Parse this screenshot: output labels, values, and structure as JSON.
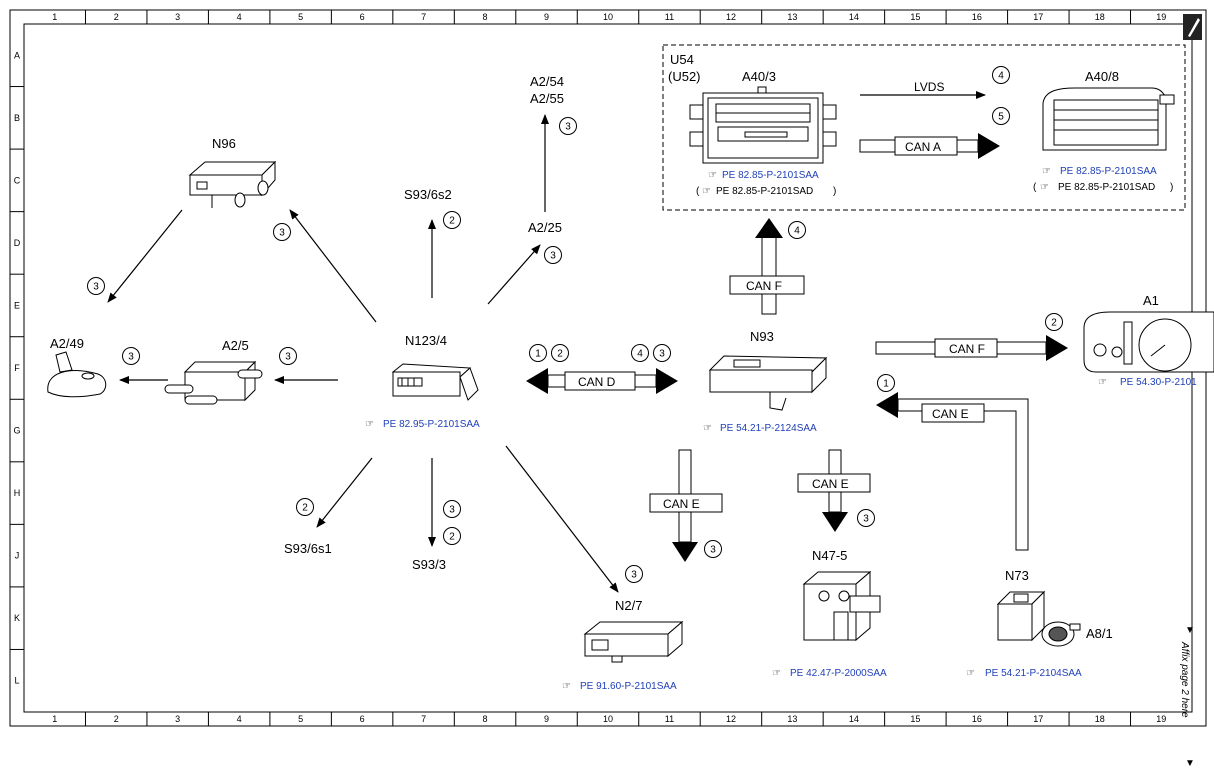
{
  "page": {
    "affix_note": "Affix page 2 here",
    "grid_columns": [
      "1",
      "2",
      "3",
      "4",
      "5",
      "6",
      "7",
      "8",
      "9",
      "10",
      "11",
      "12",
      "13",
      "14",
      "15",
      "16",
      "17",
      "18",
      "19"
    ],
    "grid_rows": [
      "A",
      "B",
      "C",
      "D",
      "E",
      "F",
      "G",
      "H",
      "J",
      "K",
      "L"
    ]
  },
  "group": {
    "title": "U54",
    "subtitle": "(U52)"
  },
  "components": {
    "n96": "N96",
    "a2_49": "A2/49",
    "a2_5": "A2/5",
    "n123_4": "N123/4",
    "s93_6s2": "S93/6s2",
    "s93_6s1": "S93/6s1",
    "s93_3": "S93/3",
    "a2_54": "A2/54",
    "a2_55": "A2/55",
    "a2_25": "A2/25",
    "a40_3": "A40/3",
    "a40_8": "A40/8",
    "n93": "N93",
    "a1": "A1",
    "n2_7": "N2/7",
    "n47_5": "N47-5",
    "n73": "N73",
    "a8_1": "A8/1"
  },
  "refs": {
    "a40_3": "PE 82.85-P-2101SAA",
    "a40_3_alt": "PE 82.85-P-2101SAD",
    "a40_8": "PE 82.85-P-2101SAA",
    "a40_8_alt": "PE 82.85-P-2101SAD",
    "n123_4": "PE 82.95-P-2101SAA",
    "n93": "PE 54.21-P-2124SAA",
    "a1": "PE 54.30-P-2101",
    "n2_7": "PE 91.60-P-2101SAA",
    "n47_5": "PE 42.47-P-2000SAA",
    "n73": "PE 54.21-P-2104SAA"
  },
  "buses": {
    "lvds": "LVDS",
    "can_a": "CAN A",
    "can_f_up": "CAN F",
    "can_f_a1": "CAN F",
    "can_d": "CAN D",
    "can_e_a1": "CAN E",
    "can_e_n2": "CAN E",
    "can_e_n47": "CAN E"
  },
  "circles": {
    "c1": "3",
    "c2": "3",
    "c3": "3",
    "c4": "3",
    "c5": "2",
    "c6": "3",
    "c7": "3",
    "c8": "4",
    "c9": "5",
    "c10": "4",
    "c11": "1",
    "c12": "2",
    "c13": "4",
    "c14": "3",
    "c15": "2",
    "c16": "1",
    "c17": "2",
    "c18": "3",
    "c19": "2",
    "c20": "3",
    "c21": "3",
    "c22": "3",
    "c23": "3"
  }
}
